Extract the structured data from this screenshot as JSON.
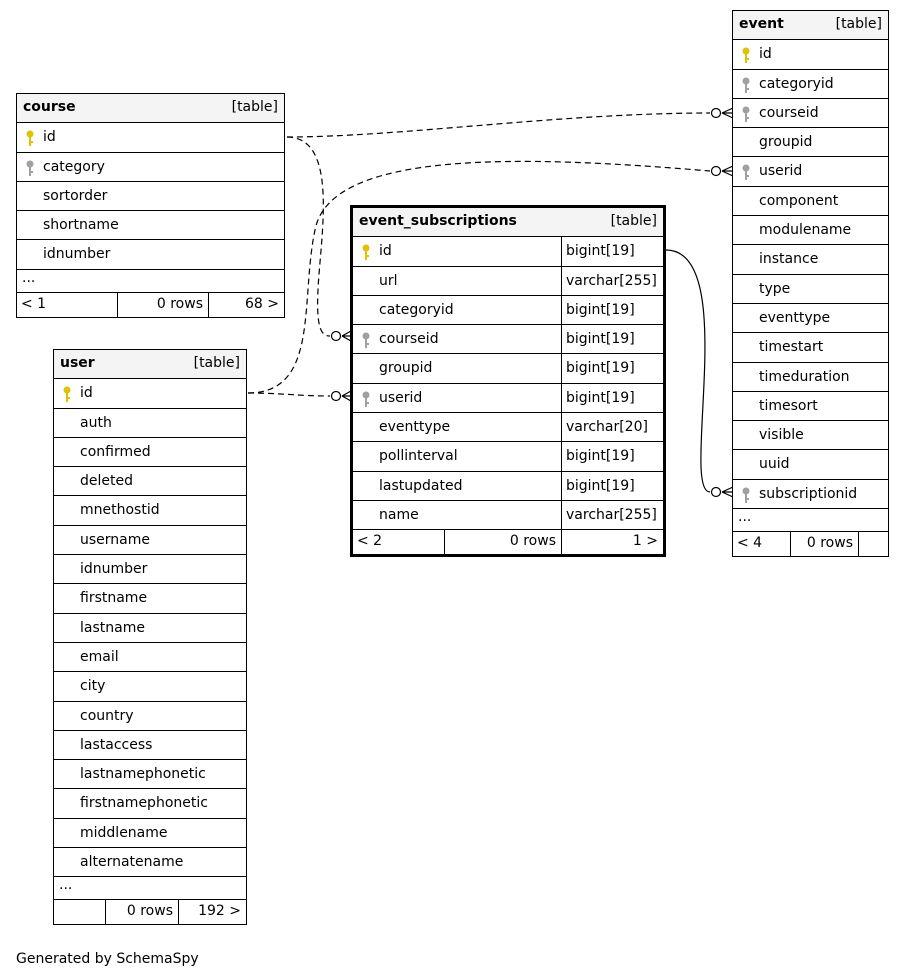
{
  "colors": {
    "primary_key": "#e0c200",
    "foreign_key": "#a0a0a0",
    "header_bg": "#f4f4f4"
  },
  "course": {
    "name": "course",
    "type_label": "[table]",
    "columns": [
      {
        "name": "id",
        "icon": "primary-key-icon"
      },
      {
        "name": "category",
        "icon": "foreign-key-icon"
      },
      {
        "name": "sortorder",
        "icon": ""
      },
      {
        "name": "shortname",
        "icon": ""
      },
      {
        "name": "idnumber",
        "icon": ""
      }
    ],
    "ellipsis": "...",
    "footer": {
      "parents": "< 1",
      "rows": "0 rows",
      "children": "68 >"
    }
  },
  "user": {
    "name": "user",
    "type_label": "[table]",
    "columns": [
      {
        "name": "id",
        "icon": "primary-key-icon"
      },
      {
        "name": "auth"
      },
      {
        "name": "confirmed"
      },
      {
        "name": "deleted"
      },
      {
        "name": "mnethostid"
      },
      {
        "name": "username"
      },
      {
        "name": "idnumber"
      },
      {
        "name": "firstname"
      },
      {
        "name": "lastname"
      },
      {
        "name": "email"
      },
      {
        "name": "city"
      },
      {
        "name": "country"
      },
      {
        "name": "lastaccess"
      },
      {
        "name": "lastnamephonetic"
      },
      {
        "name": "firstnamephonetic"
      },
      {
        "name": "middlename"
      },
      {
        "name": "alternatename"
      }
    ],
    "ellipsis": "...",
    "footer": {
      "parents": "",
      "rows": "0 rows",
      "children": "192 >"
    }
  },
  "event_subscriptions": {
    "name": "event_subscriptions",
    "type_label": "[table]",
    "columns": [
      {
        "name": "id",
        "type": "bigint[19]",
        "icon": "primary-key-icon"
      },
      {
        "name": "url",
        "type": "varchar[255]"
      },
      {
        "name": "categoryid",
        "type": "bigint[19]"
      },
      {
        "name": "courseid",
        "type": "bigint[19]",
        "icon": "foreign-key-icon"
      },
      {
        "name": "groupid",
        "type": "bigint[19]"
      },
      {
        "name": "userid",
        "type": "bigint[19]",
        "icon": "foreign-key-icon"
      },
      {
        "name": "eventtype",
        "type": "varchar[20]"
      },
      {
        "name": "pollinterval",
        "type": "bigint[19]"
      },
      {
        "name": "lastupdated",
        "type": "bigint[19]"
      },
      {
        "name": "name",
        "type": "varchar[255]"
      }
    ],
    "footer": {
      "parents": "< 2",
      "rows": "0 rows",
      "children": "1 >"
    }
  },
  "event": {
    "name": "event",
    "type_label": "[table]",
    "columns": [
      {
        "name": "id",
        "icon": "primary-key-icon"
      },
      {
        "name": "categoryid",
        "icon": "foreign-key-icon"
      },
      {
        "name": "courseid",
        "icon": "foreign-key-icon"
      },
      {
        "name": "groupid"
      },
      {
        "name": "userid",
        "icon": "foreign-key-icon"
      },
      {
        "name": "component"
      },
      {
        "name": "modulename"
      },
      {
        "name": "instance"
      },
      {
        "name": "type"
      },
      {
        "name": "eventtype"
      },
      {
        "name": "timestart"
      },
      {
        "name": "timeduration"
      },
      {
        "name": "timesort"
      },
      {
        "name": "visible"
      },
      {
        "name": "uuid"
      },
      {
        "name": "subscriptionid",
        "icon": "foreign-key-icon"
      }
    ],
    "ellipsis": "...",
    "footer": {
      "parents": "< 4",
      "rows": "0 rows",
      "children": ""
    }
  },
  "footer_text": "Generated by SchemaSpy"
}
